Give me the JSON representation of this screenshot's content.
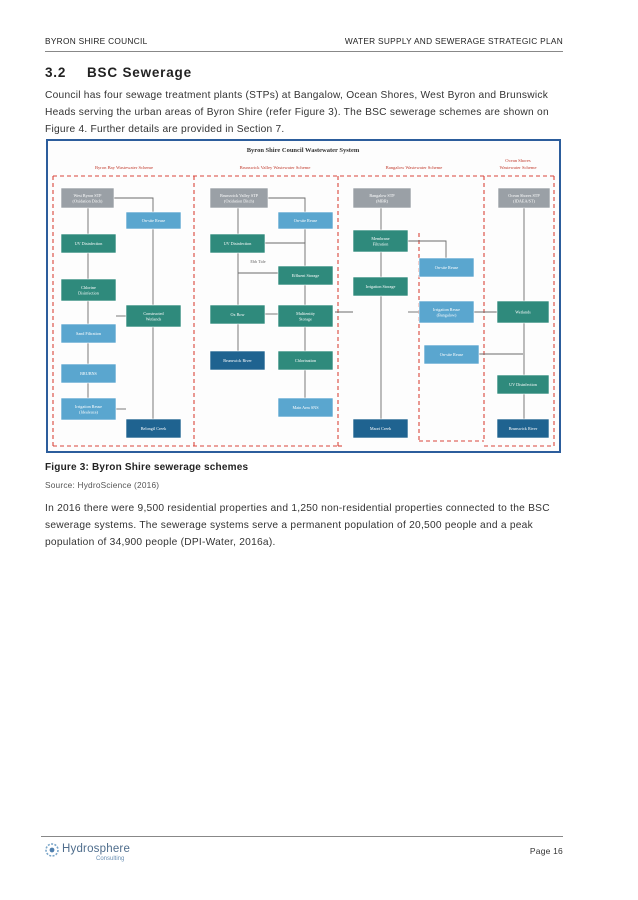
{
  "header": {
    "left": "BYRON SHIRE COUNCIL",
    "right": "WATER SUPPLY AND SEWERAGE STRATEGIC PLAN"
  },
  "section": {
    "number": "3.2",
    "title": "BSC Sewerage"
  },
  "paragraph1": "Council has four sewage treatment plants (STPs) at Bangalow, Ocean Shores, West Byron and Brunswick Heads serving the urban areas of Byron Shire (refer Figure 3). The BSC sewerage schemes are shown on Figure 4. Further details are provided in Section 7.",
  "figure": {
    "title": "Byron Shire Council Wastewater System",
    "schemes": {
      "byron_bay": "Byron Bay Wastewater Scheme",
      "brunswick_valley": "Brunswick Valley Wastewater Scheme",
      "bangalow": "Bangalow Wastewater Scheme",
      "ocean_shores": [
        "Ocean Shores",
        "Wastewater Scheme"
      ]
    },
    "boxes": {
      "west_byron_stp": [
        "West Byron STP",
        "(Oxidation Ditch)"
      ],
      "byron_onsite_reuse": [
        "On-site Reuse"
      ],
      "byron_uv": [
        "UV Disinfection"
      ],
      "byron_chlorine": [
        "Chlorine",
        "Disinfection"
      ],
      "byron_wetlands": [
        "Constructed",
        "Wetlands"
      ],
      "byron_sand": [
        "Sand Filtration"
      ],
      "byron_brubns": [
        "BRUBNS"
      ],
      "byron_irrigation": [
        "Irrigation Reuse",
        "(Idealeuca)"
      ],
      "byron_belongil": [
        "Belongil Creek"
      ],
      "bv_stp": [
        "Brunswick Valley STP",
        "(Oxidation Ditch)"
      ],
      "bv_onsite": [
        "On-site Reuse"
      ],
      "bv_uv": [
        "UV Disinfection"
      ],
      "bv_effluent": [
        "Effluent Storage"
      ],
      "bv_oxbow": [
        "Ox Bow"
      ],
      "bv_multi": [
        "Multientity",
        "Storage"
      ],
      "bv_river": [
        "Brunswick River"
      ],
      "bv_chlor": [
        "Chlorination"
      ],
      "bv_mainarm": [
        "Main Arm SNS"
      ],
      "bg_stp": [
        "Bangalow STP",
        "(MBR)"
      ],
      "bg_membrane": [
        "Membrane",
        "Filtration"
      ],
      "bg_onsite": [
        "On-site Reuse"
      ],
      "bg_irrstore": [
        "Irrigation Storage"
      ],
      "bg_irrreuse": [
        "Irrigation Reuse",
        "(Bangalow)"
      ],
      "bg_onsite2": [
        "On-site Reuse"
      ],
      "bg_maori": [
        "Maori Creek"
      ],
      "os_stp": [
        "Ocean Shores STP",
        "(IDAEA/ST)"
      ],
      "os_wetlands": [
        "Wetlands"
      ],
      "os_uv": [
        "UV Disinfection"
      ],
      "os_river": [
        "Brunswick River"
      ]
    },
    "line_label": "Ebb Tide",
    "colors": {
      "teal": "#2f8a7c",
      "blue": "#5aa6cf",
      "grey": "#9aa0a6",
      "navy": "#1f6390",
      "dash": "#d9453b",
      "line": "#6b6b6b"
    }
  },
  "caption": "Figure 3: Byron Shire sewerage schemes",
  "source": "Source: HydroScience (2016)",
  "paragraph2": "In 2016 there were 9,500 residential properties and 1,250 non-residential properties connected to the BSC sewerage systems. The sewerage systems serve a permanent population of 20,500 people and a peak population of 34,900 people (DPI-Water, 2016a).",
  "footer": {
    "brand": "Hydrosphere",
    "brand_sub": "Consulting",
    "page": "Page 16"
  }
}
